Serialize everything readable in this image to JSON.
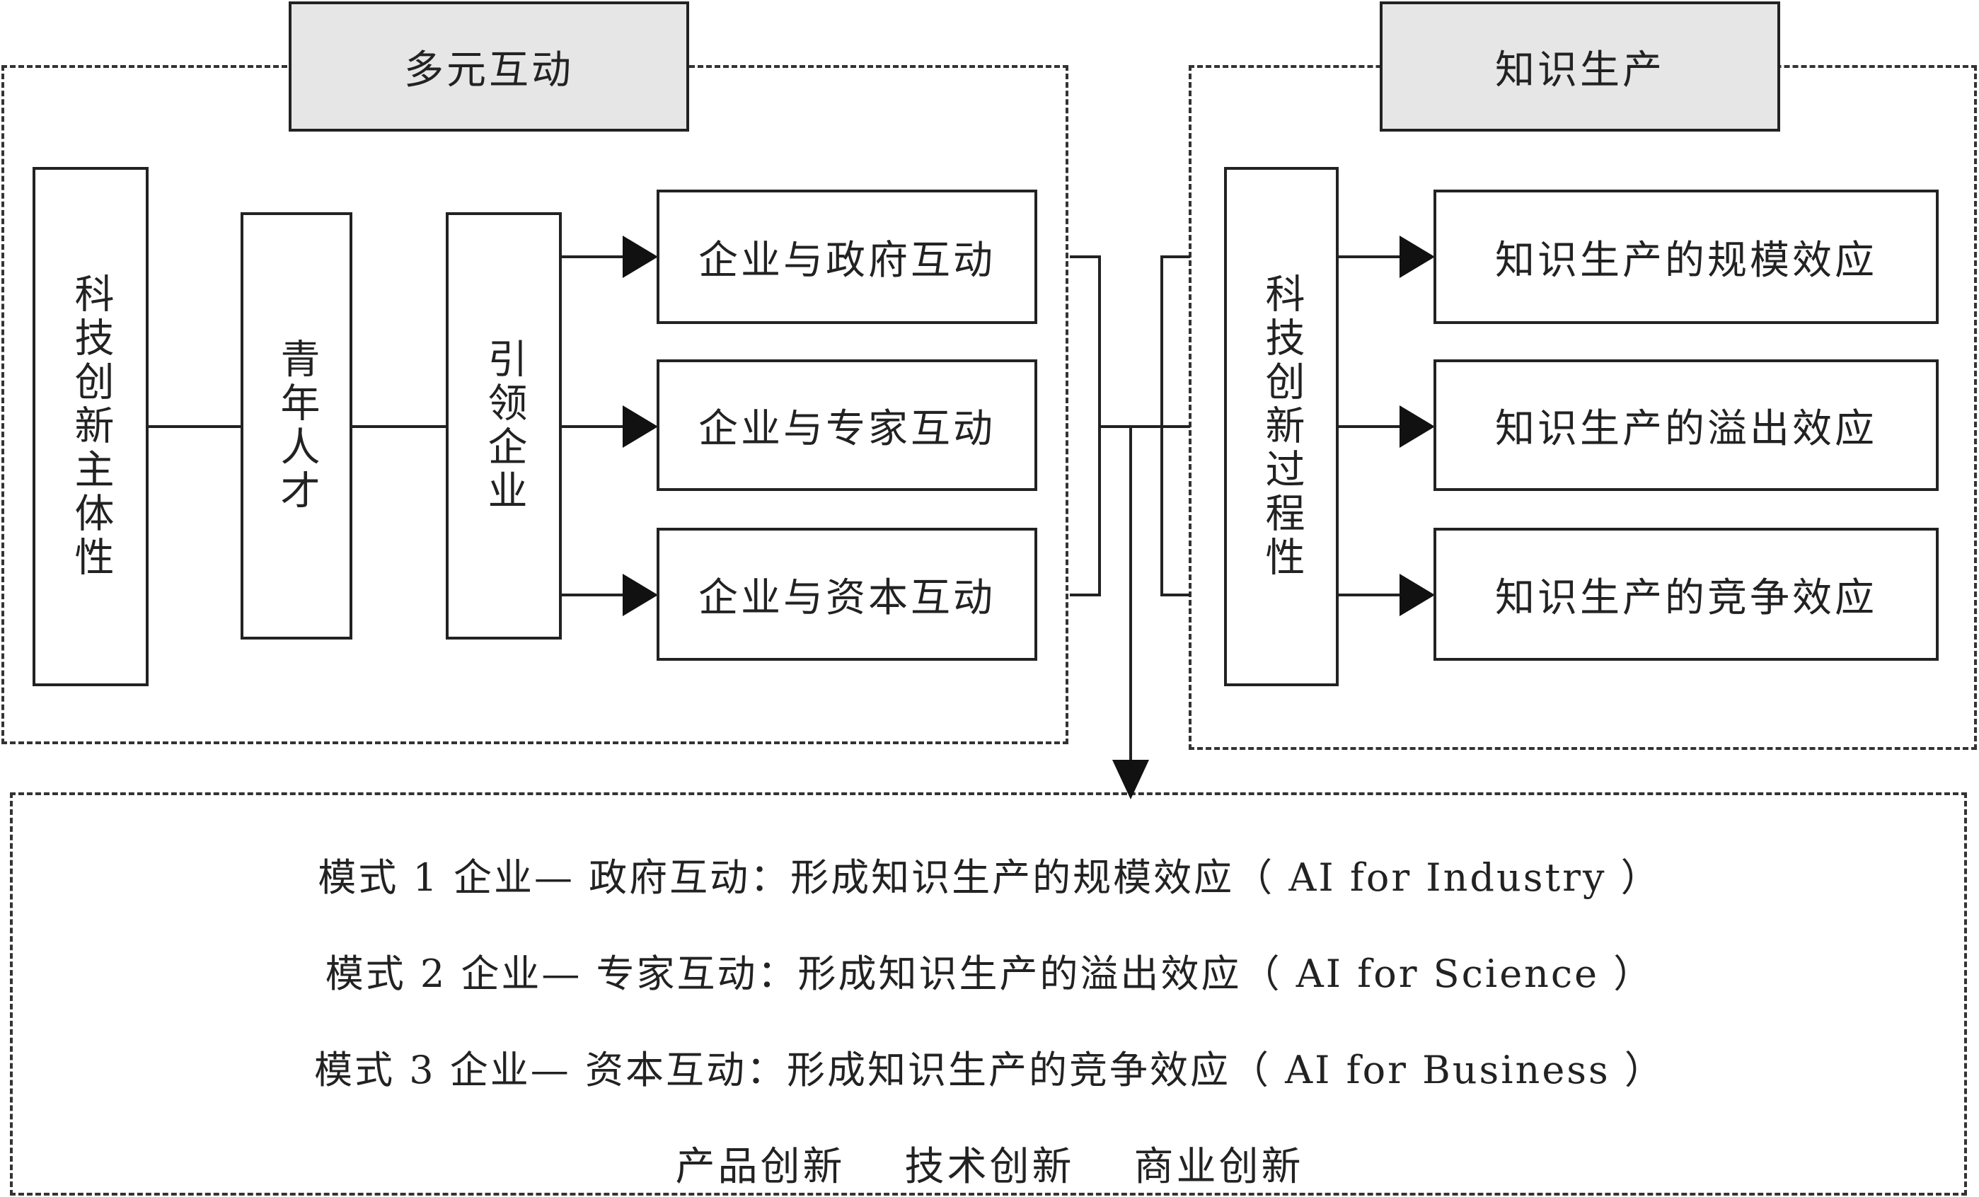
{
  "left_group": {
    "header": "多元互动",
    "subject": "科技创新主体性",
    "talent": "青年人才",
    "leading": "引领企业",
    "interactions": [
      "企业与政府互动",
      "企业与专家互动",
      "企业与资本互动"
    ]
  },
  "right_group": {
    "header": "知识生产",
    "process": "科技创新过程性",
    "effects": [
      "知识生产的规模效应",
      "知识生产的溢出效应",
      "知识生产的竞争效应"
    ]
  },
  "modes": {
    "lines": [
      "模式 1 企业— 政府互动：形成知识生产的规模效应（ AI for Industry ）",
      "模式 2 企业— 专家互动：形成知识生产的溢出效应（ AI for Science ）",
      "模式 3 企业— 资本互动：形成知识生产的竞争效应（ AI for Business ）"
    ],
    "innovations": [
      "产品创新",
      "技术创新",
      "商业创新"
    ]
  }
}
